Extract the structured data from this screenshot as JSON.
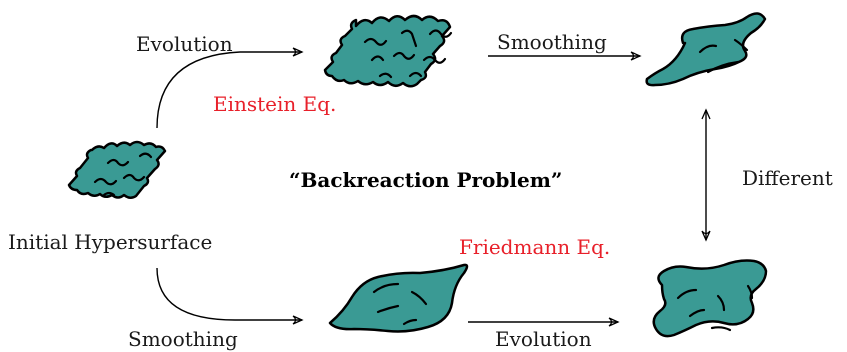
{
  "colors": {
    "surface_fill": "#3a9a94",
    "equation_text": "#e8202a",
    "arrow": "#000000"
  },
  "labels": {
    "title": "“Backreaction Problem”",
    "initial": "Initial Hypersurface",
    "evolution_top": "Evolution",
    "smoothing_top": "Smoothing",
    "smoothing_bottom": "Smoothing",
    "evolution_bottom": "Evolution",
    "different": "Different",
    "einstein": "Einstein Eq.",
    "friedmann": "Friedmann Eq."
  }
}
